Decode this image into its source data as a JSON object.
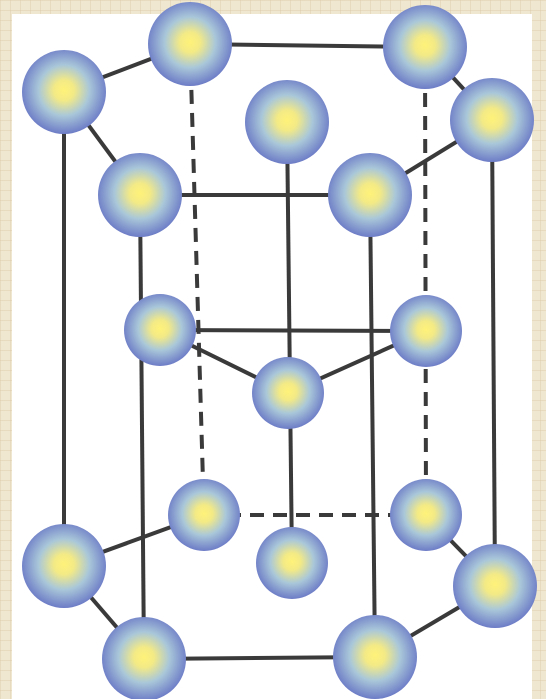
{
  "diagram": {
    "colors": {
      "background": "#efe7cf",
      "panel": "#ffffff",
      "bond": "#3a3a3a",
      "atom_center": "#fff27a",
      "atom_mid": "#a9c7d9",
      "atom_edge": "#6572c4"
    },
    "atoms": [
      {
        "id": "top-hex-1"
      },
      {
        "id": "top-hex-2"
      },
      {
        "id": "top-hex-3"
      },
      {
        "id": "top-hex-4"
      },
      {
        "id": "top-hex-5"
      },
      {
        "id": "top-hex-6"
      },
      {
        "id": "top-center"
      },
      {
        "id": "mid-left"
      },
      {
        "id": "mid-right"
      },
      {
        "id": "mid-center"
      },
      {
        "id": "bottom-hex-1"
      },
      {
        "id": "bottom-hex-2"
      },
      {
        "id": "bottom-hex-3"
      },
      {
        "id": "bottom-hex-4"
      },
      {
        "id": "bottom-hex-5"
      },
      {
        "id": "bottom-hex-6"
      },
      {
        "id": "bottom-center"
      }
    ]
  }
}
